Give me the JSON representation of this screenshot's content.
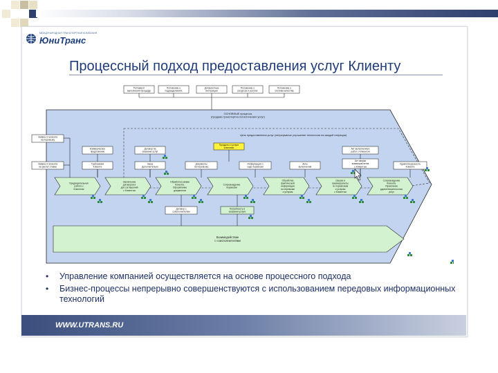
{
  "logo": {
    "small_text": "МЕЖДУНАРОДНАЯ ТРАНСПОРТНАЯ КОМПАНИЯ",
    "name": "ЮниТранс"
  },
  "title": "Процессный подход предоставления услуг Клиенту",
  "diagram": {
    "top_boxes": [
      [
        "Регламент",
        "выполнения процедур"
      ],
      [
        "Положение о",
        "подразделениях"
      ],
      [
        "Должностные",
        "инструкции"
      ],
      [
        "Положение о",
        "ресурсах и услугах"
      ],
      [
        "Положение о",
        "системе качества"
      ]
    ],
    "main_label": [
      "ОСНОВНЫЕ процессы",
      "(продажа транспортно-логистических услуг)"
    ],
    "chain_label": "Цепь предоставления услуг (непрерывное улучшение технологии на каждой итерации)",
    "left_inputs": [
      [
        "Заявка от клиента",
        "на перевозку"
      ],
      [
        "Заявка от клиента",
        "на расчет ставки"
      ]
    ],
    "middle_boxes": [
      [
        "Коммерческое",
        "предложение"
      ],
      [
        "Требования",
        "Клиента"
      ],
      [
        "Договор на",
        "оказание услуг"
      ],
      [
        "Заказ",
        "Дополнительно"
      ],
      [
        "Документы",
        "на перевозку"
      ],
      [
        "Информация о",
        "ходе перевозки"
      ],
      [
        "Акты",
        "выполнения"
      ],
      [
        "Акт выполненных",
        "работ с Клиентом"
      ],
      [
        "Акт сверки",
        "взаиморасчетов",
        "с Клиентом"
      ],
      [
        "Удовлетворенность",
        "Клиента"
      ]
    ],
    "highlight_box": [
      "Продукты и услуги",
      "компании"
    ],
    "chevrons": [
      [
        "Предварительная",
        "работа с",
        "Клиентом"
      ],
      [
        "Заключение",
        "договоров и",
        "доп.соглашений",
        "с Клиентом"
      ],
      [
        "Обработка заявки",
        "Клиента.",
        "Оформление",
        "документов"
      ],
      [
        "Сопровождение",
        "перевозки"
      ],
      [
        "Обработка",
        "фактической",
        "информации",
        "по перевозке",
        "и услугам"
      ],
      [
        "Сверка и",
        "взаиморасчеты",
        "по перевозкам",
        "и услугам",
        "с Клиентом"
      ],
      [
        "Сопровождение",
        "Клиента.",
        "Управление",
        "удовлетворенностью",
        "услуг"
      ]
    ],
    "bottom_boxes": [
      [
        "Договор с",
        "соисполнителем"
      ],
      [
        "Потребность в",
        "оказании услуги"
      ]
    ],
    "bottom_process": [
      "Взаимодействие",
      "с соисполнителями"
    ]
  },
  "bullets": [
    "Управление компанией осуществляется на основе процессного подхода",
    "Бизнес-процессы непрерывно совершенствуются с использованием передовых информационных технологий"
  ],
  "footer": "WWW.UTRANS.RU",
  "colors": {
    "title": "#1f3b78",
    "frame_arrow": "#c2d4ef",
    "process_green": "#d3f2cf",
    "highlight": "#fff23a",
    "footer_start": "#3b4f7e"
  }
}
